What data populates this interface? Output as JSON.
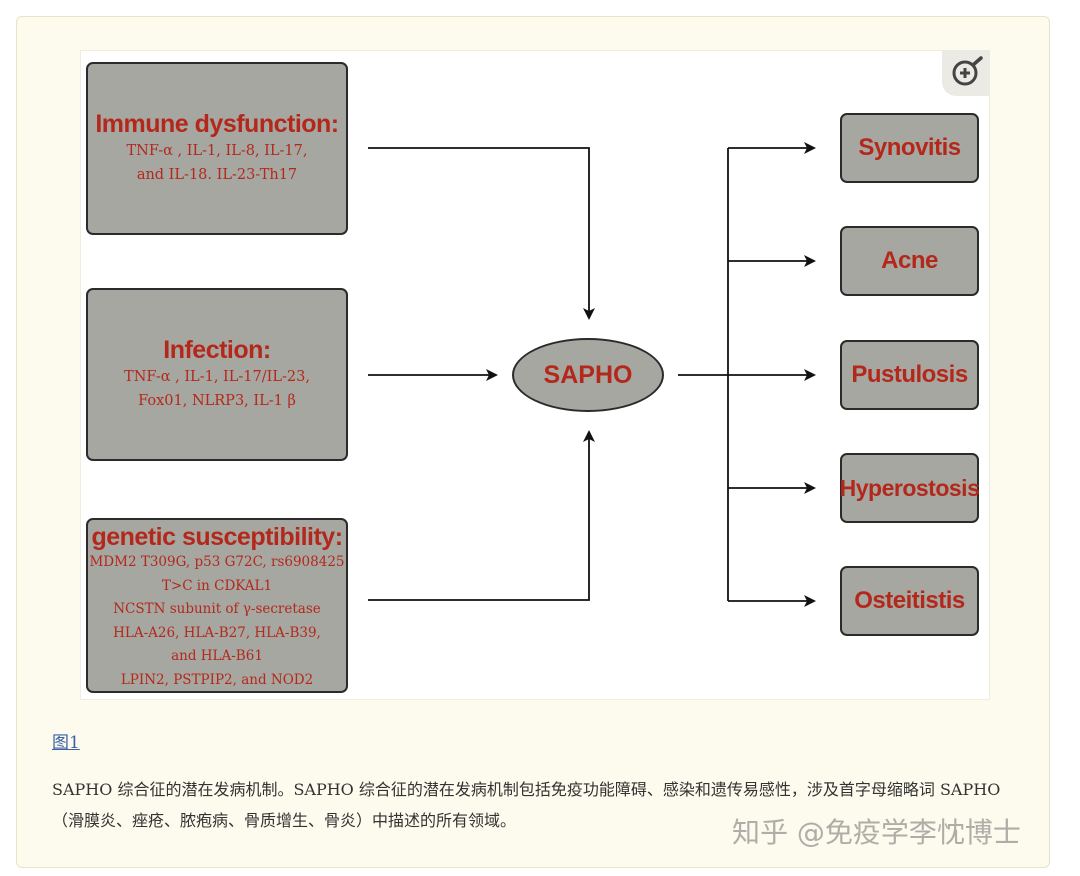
{
  "figure": {
    "inputs": {
      "immune": {
        "title": "Immune dysfunction:",
        "lines": [
          "TNF-α , IL-1, IL-8, IL-17,",
          "and IL-18. IL-23-Th17"
        ]
      },
      "infection": {
        "title": "Infection:",
        "lines": [
          "TNF-α , IL-1, IL-17/IL-23,",
          "Fox01, NLRP3, IL-1 β"
        ]
      },
      "genetic": {
        "title": "genetic susceptibility:",
        "lines": [
          "MDM2 T309G, p53 G72C, rs6908425",
          "T>C in CDKAL1",
          "NCSTN subunit of γ-secretase",
          "HLA-A26, HLA-B27, HLA-B39,",
          "and HLA-B61",
          "LPIN2, PSTPIP2, and NOD2"
        ]
      }
    },
    "center": "SAPHO",
    "outcomes": [
      "Synovitis",
      "Acne",
      "Pustulosis",
      "Hyperostosis",
      "Osteitistis"
    ],
    "zoom_icon": "zoom-in-icon"
  },
  "figure_link": "图1",
  "caption": "SAPHO 综合征的潜在发病机制。SAPHO 综合征的潜在发病机制包括免疫功能障碍、感染和遗传易感性，涉及首字母缩略词 SAPHO（滑膜炎、痤疮、脓疱病、骨质增生、骨炎）中描述的所有领域。",
  "watermark": "知乎 @免疫学李忱博士",
  "colors": {
    "box_fill": "#a6a7a1",
    "box_text": "#b4281c",
    "frame_bg": "#fdfbee",
    "link": "#3a5fa8"
  }
}
